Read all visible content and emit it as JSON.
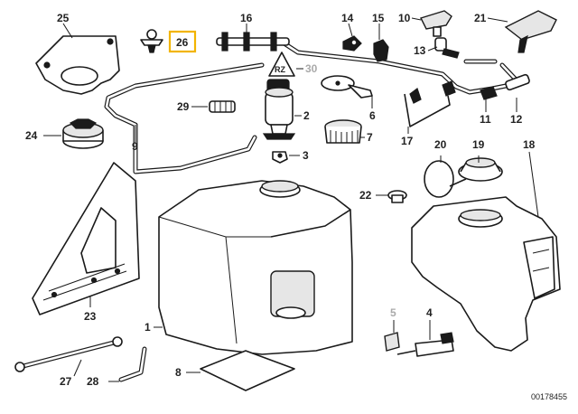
{
  "labels": {
    "p1": "1",
    "p2": "2",
    "p3": "3",
    "p4": "4",
    "p5": "5",
    "p6": "6",
    "p7": "7",
    "p8": "8",
    "p9": "9",
    "p10": "10",
    "p11": "11",
    "p12": "12",
    "p13": "13",
    "p14": "14",
    "p15": "15",
    "p16": "16",
    "p17": "17",
    "p18": "18",
    "p19": "19",
    "p20": "20",
    "p21": "21",
    "p22": "22",
    "p23": "23",
    "p24": "24",
    "p25": "25",
    "p26": "26",
    "p27": "27",
    "p28": "28",
    "p29": "29",
    "p30": "30"
  },
  "highlighted_part": "26",
  "highlight_color": "#f2b400",
  "grey_labels": [
    "5",
    "30"
  ],
  "diagram_number": "00178455"
}
